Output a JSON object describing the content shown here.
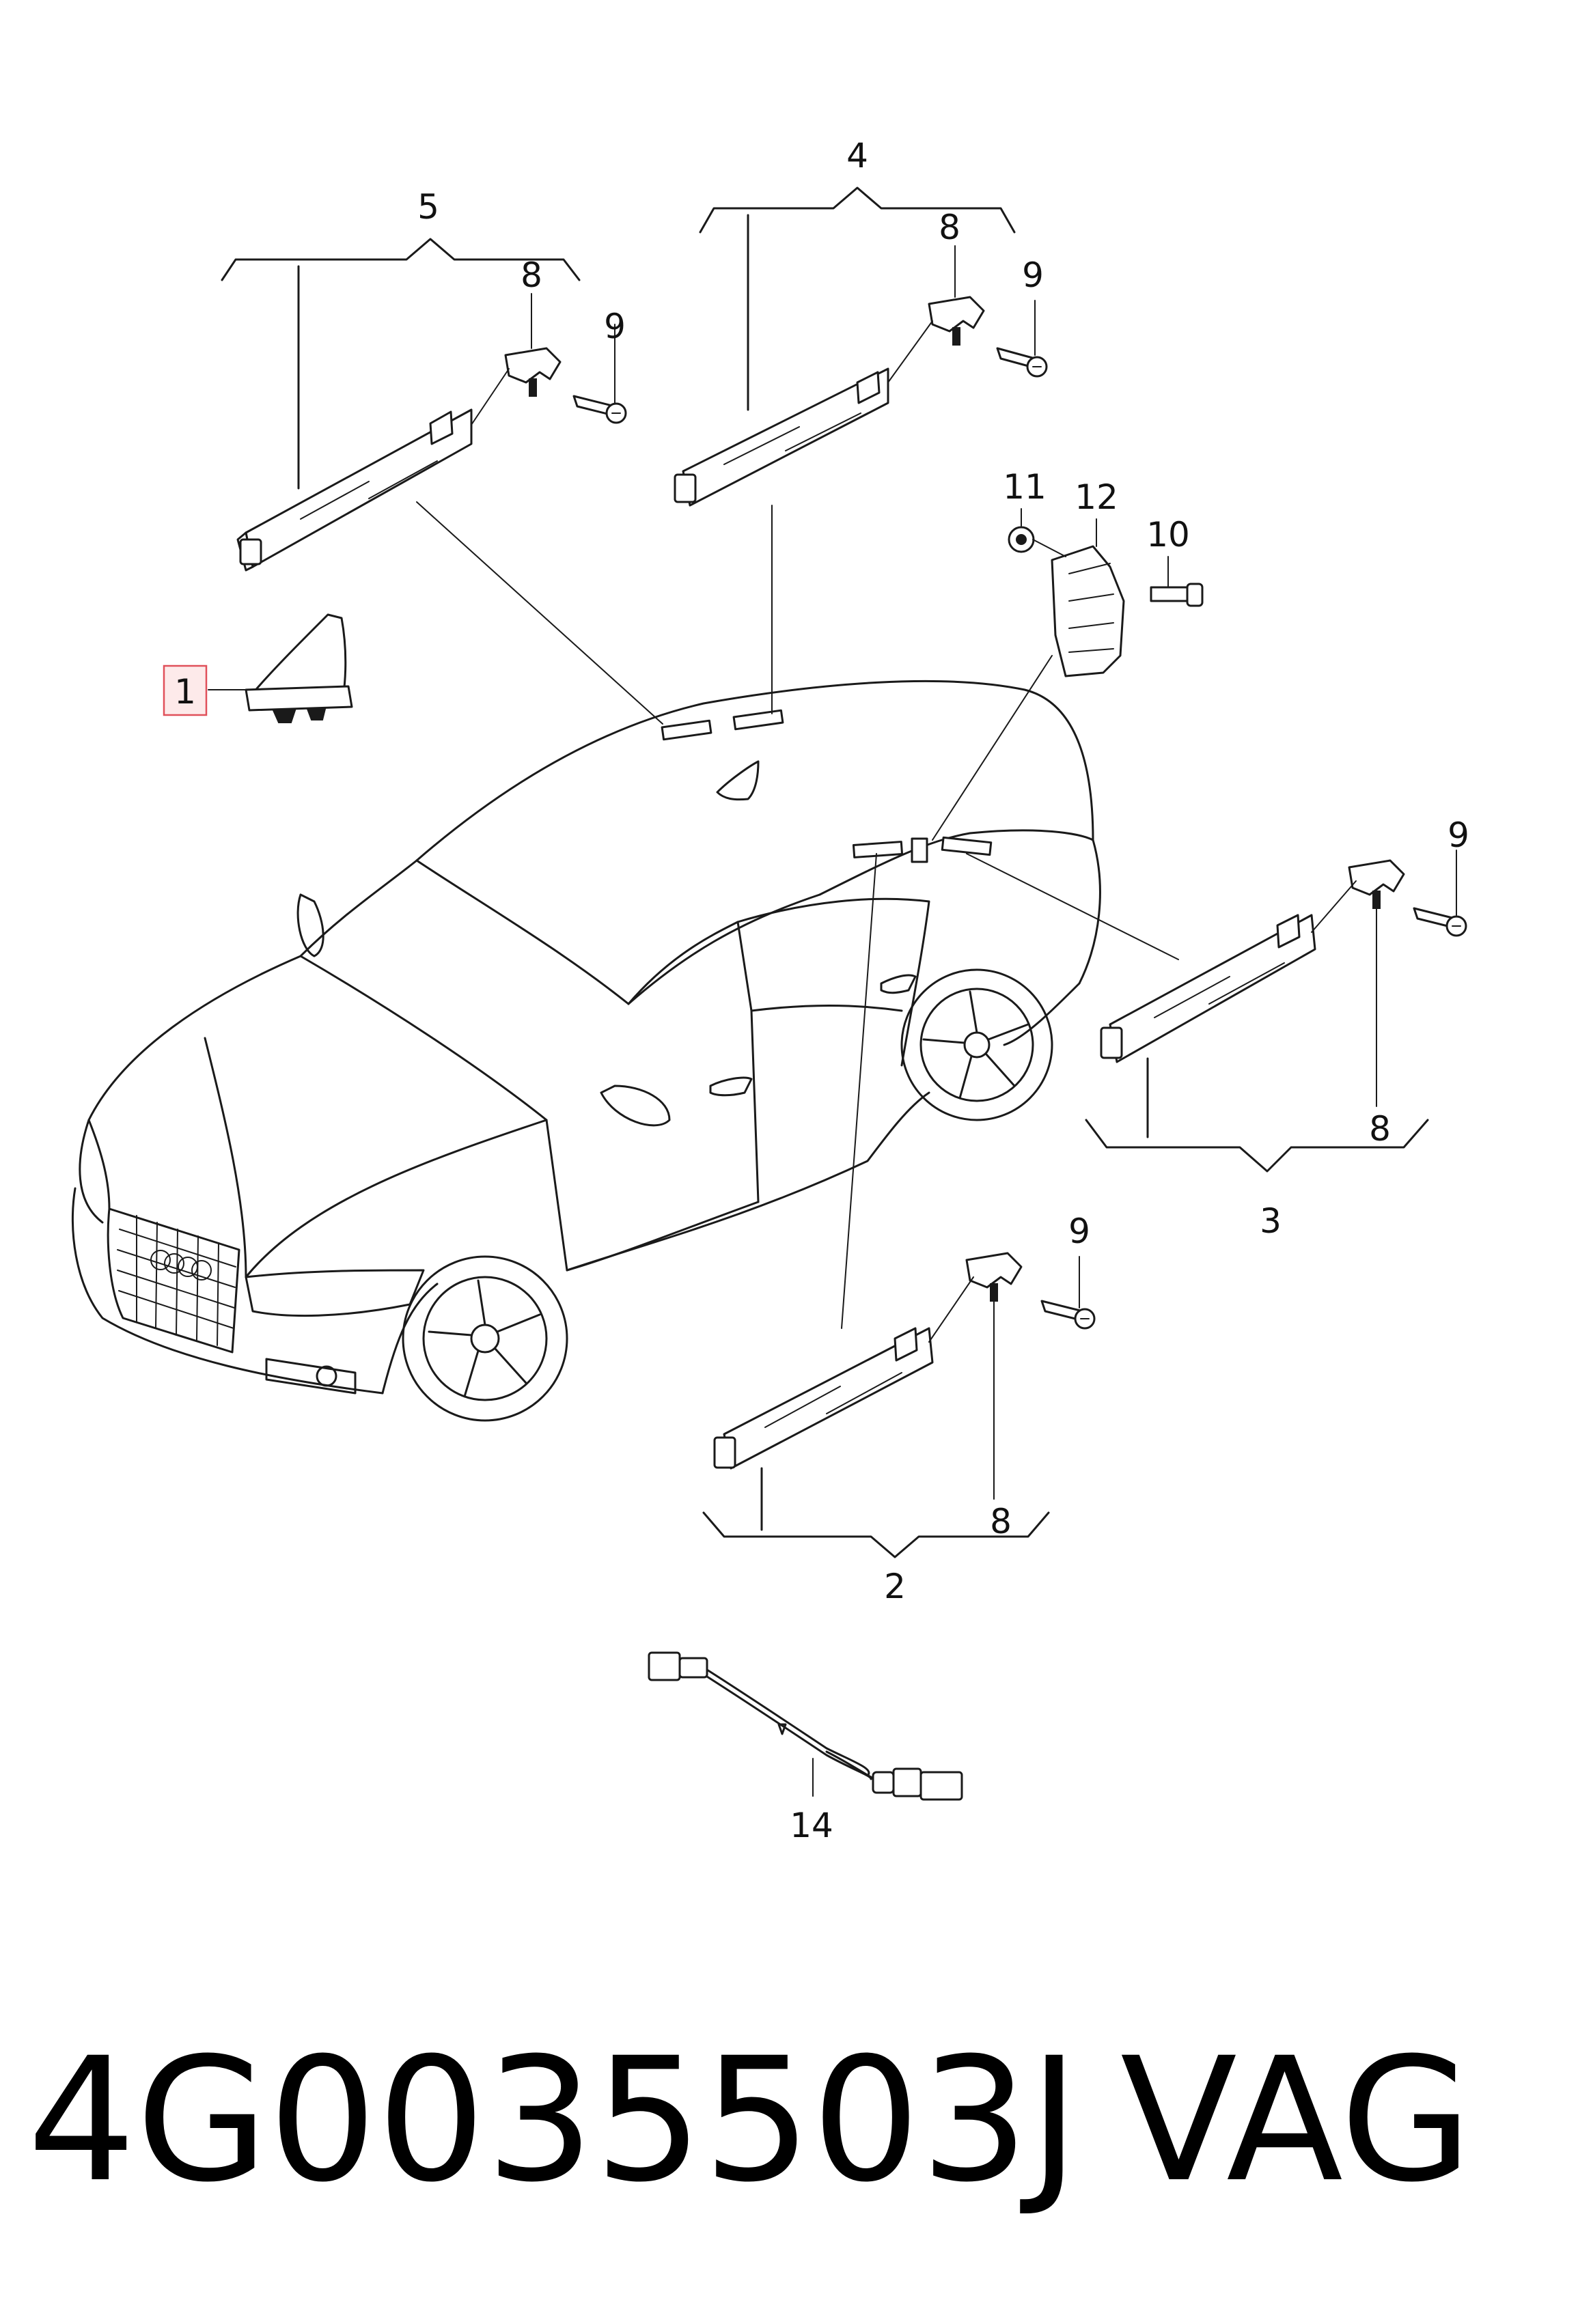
{
  "callouts": {
    "c1": "1",
    "c2": "2",
    "c3": "3",
    "c4": "4",
    "c5": "5",
    "c8a": "8",
    "c8b": "8",
    "c8c": "8",
    "c8d": "8",
    "c9a": "9",
    "c9b": "9",
    "c9c": "9",
    "c9d": "9",
    "c10": "10",
    "c11": "11",
    "c12": "12",
    "c14": "14"
  },
  "caption": {
    "part_number": "4G0035503J",
    "brand": "VAG"
  },
  "colors": {
    "line": "#1a1a1a",
    "highlight_box": "#e0505a",
    "highlight_fill": "#fdeaea"
  }
}
